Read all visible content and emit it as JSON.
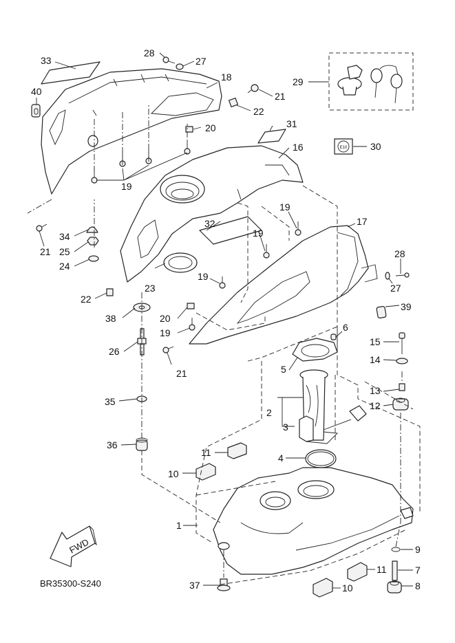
{
  "diagram": {
    "title": "Fuel tank exploded parts diagram",
    "drawing_code": "BR35300-S240",
    "direction_marker": "FWD",
    "e10_badge_text": "E10",
    "callouts": [
      {
        "id": "c1",
        "label": "1",
        "part": "fuel-tank"
      },
      {
        "id": "c2",
        "label": "2",
        "part": "fuel-pump-assembly"
      },
      {
        "id": "c3",
        "label": "3",
        "part": "fuel-pump-sender"
      },
      {
        "id": "c4",
        "label": "4",
        "part": "pump-gasket"
      },
      {
        "id": "c5",
        "label": "5",
        "part": "pump-retainer-plate"
      },
      {
        "id": "c6",
        "label": "6",
        "part": "nut"
      },
      {
        "id": "c7",
        "label": "7",
        "part": "collar"
      },
      {
        "id": "c8",
        "label": "8",
        "part": "damper"
      },
      {
        "id": "c9",
        "label": "9",
        "part": "clip"
      },
      {
        "id": "c10a",
        "label": "10",
        "part": "damper-block"
      },
      {
        "id": "c10b",
        "label": "10",
        "part": "damper-block"
      },
      {
        "id": "c11a",
        "label": "11",
        "part": "damper-block"
      },
      {
        "id": "c11b",
        "label": "11",
        "part": "damper-block"
      },
      {
        "id": "c12",
        "label": "12",
        "part": "damper"
      },
      {
        "id": "c13",
        "label": "13",
        "part": "collar"
      },
      {
        "id": "c14",
        "label": "14",
        "part": "washer"
      },
      {
        "id": "c15",
        "label": "15",
        "part": "bolt"
      },
      {
        "id": "c16",
        "label": "16",
        "part": "tank-cover"
      },
      {
        "id": "c17",
        "label": "17",
        "part": "side-cover-right"
      },
      {
        "id": "c18",
        "label": "18",
        "part": "side-cover-left"
      },
      {
        "id": "c19a",
        "label": "19",
        "part": "screw"
      },
      {
        "id": "c19b",
        "label": "19",
        "part": "screw"
      },
      {
        "id": "c19c",
        "label": "19",
        "part": "screw"
      },
      {
        "id": "c19d",
        "label": "19",
        "part": "screw"
      },
      {
        "id": "c19e",
        "label": "19",
        "part": "screw"
      },
      {
        "id": "c20a",
        "label": "20",
        "part": "nut"
      },
      {
        "id": "c20b",
        "label": "20",
        "part": "nut"
      },
      {
        "id": "c21a",
        "label": "21",
        "part": "screw"
      },
      {
        "id": "c21b",
        "label": "21",
        "part": "screw"
      },
      {
        "id": "c21c",
        "label": "21",
        "part": "screw"
      },
      {
        "id": "c22a",
        "label": "22",
        "part": "nut"
      },
      {
        "id": "c22b",
        "label": "22",
        "part": "nut"
      },
      {
        "id": "c23",
        "label": "23",
        "part": "cap-ring"
      },
      {
        "id": "c24",
        "label": "24",
        "part": "washer"
      },
      {
        "id": "c25",
        "label": "25",
        "part": "nut"
      },
      {
        "id": "c26",
        "label": "26",
        "part": "stud-bolt"
      },
      {
        "id": "c27a",
        "label": "27",
        "part": "washer"
      },
      {
        "id": "c27b",
        "label": "27",
        "part": "washer"
      },
      {
        "id": "c28a",
        "label": "28",
        "part": "bolt"
      },
      {
        "id": "c28b",
        "label": "28",
        "part": "bolt"
      },
      {
        "id": "c29",
        "label": "29",
        "part": "fuel-cap-and-keys"
      },
      {
        "id": "c30",
        "label": "30",
        "part": "e10-label"
      },
      {
        "id": "c31",
        "label": "31",
        "part": "label"
      },
      {
        "id": "c32",
        "label": "32",
        "part": "label"
      },
      {
        "id": "c33",
        "label": "33",
        "part": "label"
      },
      {
        "id": "c34",
        "label": "34",
        "part": "cap"
      },
      {
        "id": "c35",
        "label": "35",
        "part": "washer"
      },
      {
        "id": "c36",
        "label": "36",
        "part": "damper"
      },
      {
        "id": "c37",
        "label": "37",
        "part": "collar"
      },
      {
        "id": "c38",
        "label": "38",
        "part": "washer"
      },
      {
        "id": "c39",
        "label": "39",
        "part": "grommet"
      },
      {
        "id": "c40",
        "label": "40",
        "part": "grommet"
      }
    ]
  }
}
